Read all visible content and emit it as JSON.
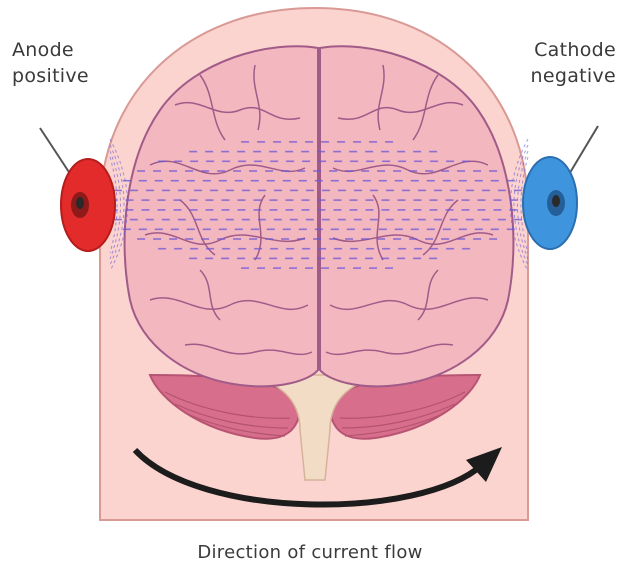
{
  "anode": {
    "line1": "Anode",
    "line2": "positive",
    "color": "#e32b2b"
  },
  "cathode": {
    "line1": "Cathode",
    "line2": "negative",
    "color": "#3f95dd"
  },
  "caption": "Direction of current flow",
  "colors": {
    "head": "#fbd3cf",
    "head_outline": "#d99a96",
    "brain": "#f3b7c0",
    "gyri_lines": "#a15b88",
    "current_dashes": "#6a58d6",
    "cerebellum": "#d76f8c",
    "brainstem": "#f3dcc6",
    "arrow": "#1c1c1c"
  }
}
